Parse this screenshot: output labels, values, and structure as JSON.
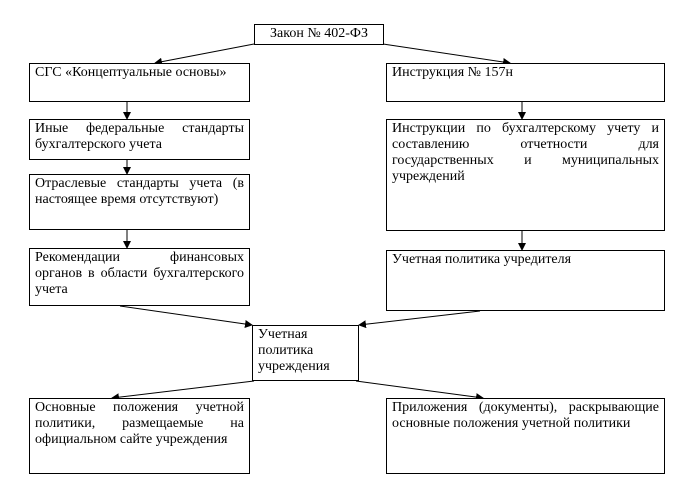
{
  "diagram": {
    "top": "Закон № 402-ФЗ",
    "left": {
      "b1": "СГС «Концептуальные основы»",
      "b2": "Иные федеральные стандарты бухгалтерского учета",
      "b3": "Отраслевые стандарты учета (в настоящее время отсутствуют)",
      "b4": "Рекомендации финансовых органов в области бухгалтерского учета"
    },
    "right": {
      "b1": "Инструкция № 157н",
      "b2": "Инструкции по бухгалтерскому учету и составлению отчетности для государственных и муниципальных учреждений",
      "b3": "Учетная политика учредителя"
    },
    "middle": "Учетная политика учреждения",
    "bottom_left": "Основные положения учетной политики, размещаемые на официальном сайте учреждения",
    "bottom_right": "Приложения (документы), раскрывающие основные положения учетной политики"
  }
}
